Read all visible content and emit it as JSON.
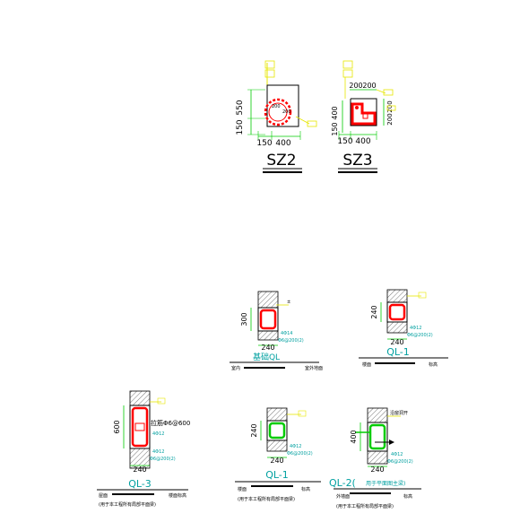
{
  "colors": {
    "background": "#ffffff",
    "outline": "#000000",
    "rebar": "#ff0000",
    "dimension": "#00cc00",
    "annotation": "#e6e600",
    "section_text": "#00a0a0",
    "hatch": "#777777"
  },
  "sz2": {
    "title": "SZ2",
    "dim_top": "550",
    "dim_bottom": "150",
    "dim_w1": "150",
    "dim_w2": "400",
    "note_1": "200",
    "note_2": "200"
  },
  "sz3": {
    "title": "SZ3",
    "dim_top_1": "200",
    "dim_top_2": "200",
    "dim_left_1": "400",
    "dim_left_2": "150",
    "dim_right_1": "200",
    "dim_right_2": "200",
    "dim_w1": "150",
    "dim_w2": "400"
  },
  "ql_a": {
    "height": "300",
    "width": "240",
    "rebar_top": "4Φ14",
    "rebar_stirrup": "Φ6@200(2)",
    "caption": "基础QL",
    "floor_left": "室内",
    "floor_right": "室外地面"
  },
  "ql_b": {
    "height": "240",
    "width": "240",
    "rebar_top": "4Φ12",
    "rebar_stirrup": "Φ6@200(2)",
    "caption": "QL-1",
    "floor_left": "楼面",
    "floor_right": "标高"
  },
  "ql_3": {
    "height": "600",
    "width": "240",
    "rebar_mid": "拉筋Φ6@600",
    "rebar_top": "4Φ12",
    "rebar_bottom": "4Φ12",
    "rebar_stirrup": "Φ6@200(2)",
    "caption": "QL-3",
    "floor_left": "屋面",
    "floor_right": "楼面标高",
    "note": "(用于本工程所有局部平面梁)"
  },
  "ql_1b": {
    "height": "240",
    "width": "240",
    "rebar_top": "4Φ12",
    "rebar_stirrup": "Φ6@200(2)",
    "caption": "QL-1",
    "floor_left": "楼面",
    "floor_right": "标高",
    "note": "(用于本工程所有局部平面梁)"
  },
  "ql_2": {
    "height": "400",
    "width": "240",
    "rebar_top": "4Φ12",
    "rebar_stirrup": "Φ6@200(2)",
    "caption": "QL-2(",
    "caption_note": "用于平面图主梁)",
    "side_note": "沿窗洞开",
    "floor_left": "外墙面",
    "floor_right": "标高",
    "note": "(用于本工程所有局部平面梁)"
  }
}
